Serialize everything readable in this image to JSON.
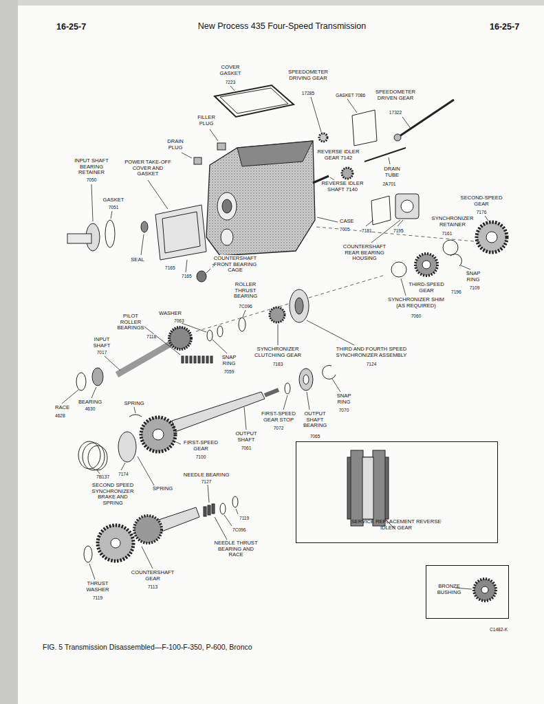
{
  "diagram": {
    "title": "New Process 435 Four-Speed Transmission",
    "caption": "FIG. 5 Transmission Disassembled—F-100-F-350, P-600, Bronco",
    "nodes": [
      {
        "text": [
          "SERVICE REPLACEMENT REVERSE IDLER GEAR"
        ]
      },
      {
        "text": [
          "BRONZE BUSHING"
        ]
      }
    ],
    "labels": [
      "16-25-7",
      "16-25-7",
      "COVER GASKET",
      "7223",
      "SPEEDOMETER DRIVING GEAR",
      "17285",
      "GASKET 7086",
      "SPEEDOMETER DRIVEN GEAR",
      "17322",
      "FILLER PLUG",
      "DRAIN PLUG",
      "INPUT SHAFT BEARING RETAINER",
      "7050",
      "POWER TAKE-OFF COVER AND GASKET",
      "REVERSE IDLER GEAR 7142",
      "DRAIN TUBE",
      "2A701",
      "REVERSE IDLER SHAFT 7140",
      "SECOND-SPEED GEAR",
      "7176",
      "GASKET",
      "7051",
      "CASE",
      "7005",
      "7181",
      "7195",
      "SYNCHRONIZER RETAINER",
      "7161",
      "SEAL",
      "7165",
      "7165",
      "7166",
      "COUNTERSHAFT FRONT BEARING CAGE",
      "COUNTERSHAFT REAR BEARING HOUSING",
      "SNAP RING",
      "7109",
      "THIRD-SPEED GEAR",
      "SYNCHRONIZER SHIM (AS REQUIRED)",
      "7196",
      "7060",
      "ROLLER THRUST BEARING",
      "7C096",
      "WASHER",
      "7063",
      "PILOT ROLLER BEARINGS",
      "7118",
      "INPUT SHAFT",
      "7017",
      "SYNCHRONIZER CLUTCHING GEAR",
      "7183",
      "THIRD AND FOURTH SPEED SYNCHRONIZER ASSEMBLY",
      "7124",
      "SNAP RING",
      "7059",
      "RACE",
      "4628",
      "BEARING",
      "4630",
      "SPRING",
      "SNAP RING",
      "7070",
      "FIRST-SPEED GEAR STOP",
      "7072",
      "OUTPUT SHAFT BEARING",
      "7065",
      "OUTPUT SHAFT",
      "7061",
      "FIRST-SPEED GEAR",
      "7100",
      "7B137",
      "7174",
      "SECOND SPEED SYNCHRONIZER BRAKE AND SPRING",
      "SPRING",
      "NEEDLE BEARING",
      "7127",
      "7119",
      "7C096",
      "NEEDLE THRUST BEARING AND RACE",
      "COUNTERSHAFT GEAR",
      "7113",
      "THRUST WASHER",
      "7119",
      "C1482-K"
    ]
  }
}
